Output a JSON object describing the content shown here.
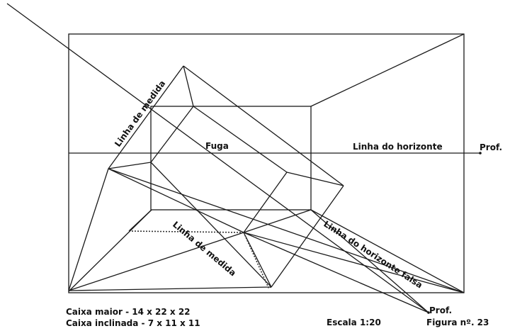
{
  "labels": {
    "measure_line_top": "Linha de medida",
    "measure_line_bottom": "Linha de medida",
    "vanishing": "Fuga",
    "horizon": "Linha do horizonte",
    "false_horizon": "Linha do horizonte falsa",
    "depth_right": "Prof.",
    "depth_bottom": "Prof."
  },
  "legend": {
    "big_box": "Caixa maior - 14 x 22 x 22",
    "tilted_box": "Caixa inclinada - 7 x 11 x 11",
    "scale": "Escala 1:20",
    "figure": "Figura nº. 23"
  }
}
